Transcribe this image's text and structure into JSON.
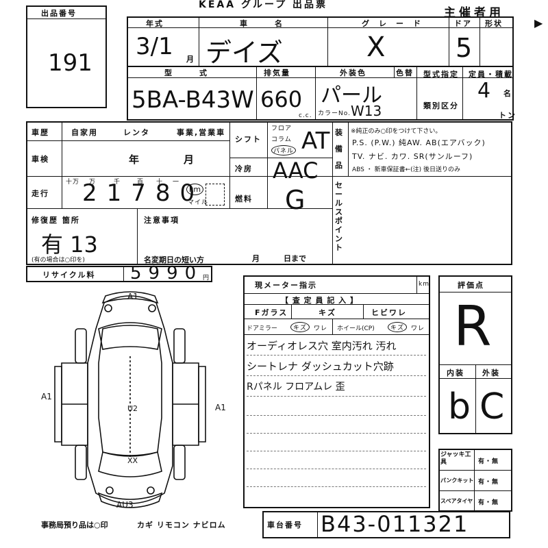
{
  "header": {
    "title": "KEAA グループ 出品票",
    "organizer": "主催者用",
    "lot_label": "出品番号",
    "lot_number": "191",
    "arrow": "▶"
  },
  "vehicle": {
    "year_label": "年式",
    "year": "3/1",
    "month_suffix": "月",
    "name_label": "車名",
    "name": "デイズ",
    "grade_label": "グレード",
    "grade": "X",
    "door_label": "ドア",
    "doors": "5",
    "shape_label": "形状",
    "model_label": "型式",
    "model": "5BA-B43W",
    "displacement_label": "排気量",
    "displacement": "660",
    "cc_unit": "c.c.",
    "color_label": "外装色",
    "color": "パール",
    "color_change_label": "色替",
    "color_no_label": "カラーNo.",
    "color_no": "W13",
    "type_cert_label": "型式指定",
    "class_label": "類別区分",
    "capacity_label": "定員・積載",
    "capacity": "4",
    "capacity_unit": "名",
    "load_unit": "トン"
  },
  "usage": {
    "label": "車歴",
    "options": [
      "自家用",
      "レンタ",
      "事業,営業車"
    ]
  },
  "inspection": {
    "label": "車検",
    "year": "年",
    "month": "月"
  },
  "mileage": {
    "label": "走行",
    "digits_labels": [
      "十万",
      "万",
      "千",
      "百",
      "十",
      "一"
    ],
    "value": "21780",
    "km": "km",
    "mile": "マイル"
  },
  "shift": {
    "label": "シフト",
    "options": [
      "フロア",
      "コラム",
      "パネル"
    ],
    "value": "AT"
  },
  "ac": {
    "label": "冷房",
    "value": "AAC"
  },
  "fuel": {
    "label": "燃料",
    "value": "G"
  },
  "equipment": {
    "label": "装備品",
    "note": "※純正のみ○印をつけて下さい。",
    "line1": "P.S. (P.W.) 純AW. AB(エアバック)",
    "line2": "TV. ナビ. カワ. SR(サンルーフ)",
    "line3": "ABS ・ 新車保証書←(注) 後日送りのみ"
  },
  "sales_point_label": "セールスポイント",
  "repair": {
    "label": "修復歴 箇所",
    "value": "有 13",
    "note": "(有の場合は○印を)"
  },
  "notes": {
    "label": "注意事項",
    "name_change_label": "名変期日の短い方",
    "month": "月",
    "day": "日まで"
  },
  "recycle": {
    "label": "リサイクル料",
    "value": "5990",
    "unit": "円"
  },
  "meter": {
    "label": "現メーター指示",
    "km": "km"
  },
  "assessor": {
    "title": "【 査 定 員 記 入 】",
    "row1": [
      "Fガラス",
      "キズ",
      "ヒビワレ"
    ],
    "row2_left": "ドアミラー",
    "row2_left_opts": [
      "キズ",
      "ワレ"
    ],
    "row2_mid": "ホイール(CP)",
    "row2_mid_opts": [
      "キズ",
      "ワレ"
    ],
    "lines": [
      "オーディオレス穴 室内汚れ 汚れ",
      "シートレナ ダッシュカット穴跡",
      "Rパネル フロアムレ 歪"
    ]
  },
  "evaluation": {
    "label": "評価点",
    "value": "R",
    "interior_label": "内装",
    "exterior_label": "外装",
    "interior": "b",
    "exterior": "C"
  },
  "accessories": [
    {
      "label": "ジャッキ工具",
      "value": "有・無"
    },
    {
      "label": "パンクキット",
      "value": "有・無"
    },
    {
      "label": "スペアタイヤ",
      "value": "有・無"
    }
  ],
  "diagram_marks": {
    "top": "A1",
    "left": "A1",
    "right": "A1",
    "center": "U2",
    "rear": "XX",
    "bottom": "AU3"
  },
  "footer": {
    "office_items": "事務局預り品は○印",
    "items": "カギ リモコン ナビロム"
  },
  "chassis": {
    "label": "車台番号",
    "value": "B43-011321"
  }
}
